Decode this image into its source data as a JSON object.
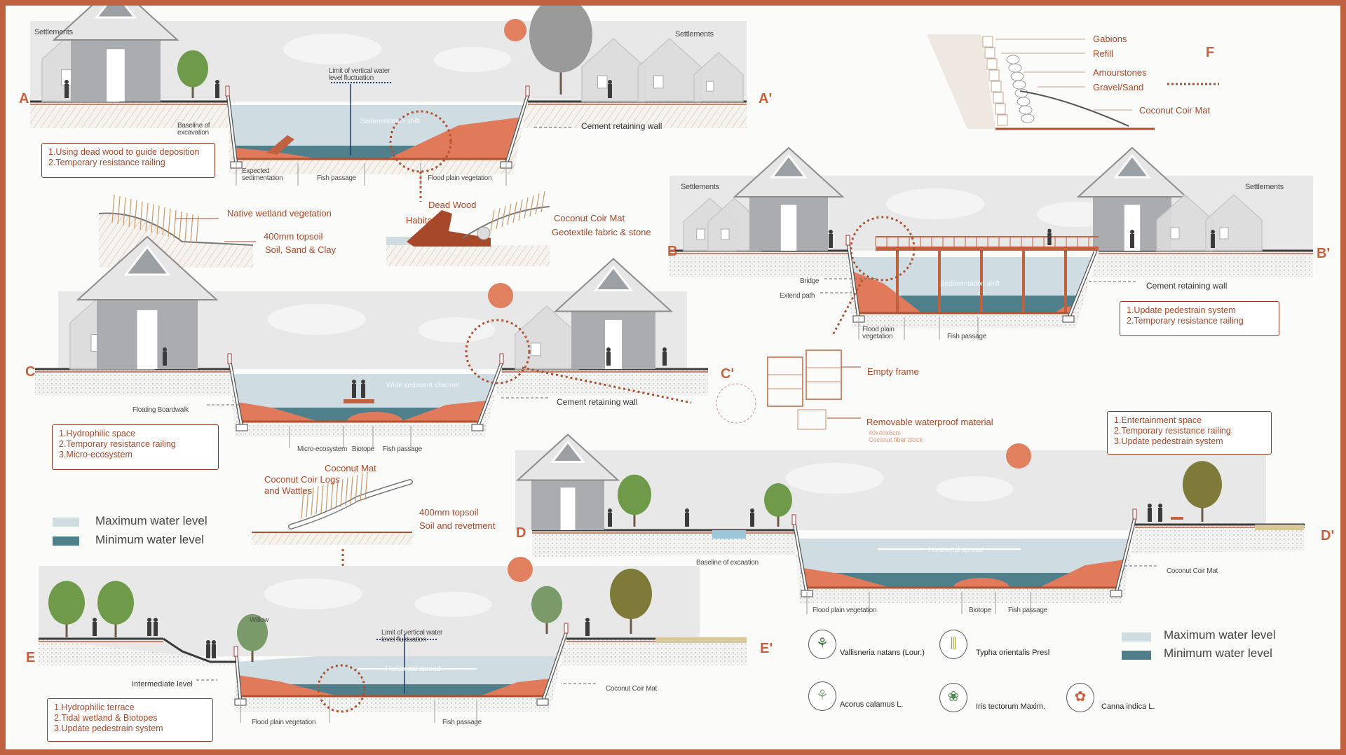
{
  "colors": {
    "accent": "#c0623f",
    "label": "#a8482a",
    "max_water": "#cfdde2",
    "min_water": "#4f7f8b",
    "bank": "#e07a5a"
  },
  "section_a": {
    "marker_left": "A",
    "marker_right": "A'",
    "settlements_left": "Settlements",
    "settlements_right": "Settlements",
    "limit_label_1": "Limit of vertical water",
    "limit_label_2": "level fluctuation",
    "sediment_label": "Sedimentation shift",
    "baseline_label_1": "Baseline of",
    "baseline_label_2": "excavation",
    "wall_label": "Cement retaining wall",
    "zone_1a": "Expected",
    "zone_1b": "sedimentation",
    "zone_2": "Fish passage",
    "zone_3": "Flood plain vegetation",
    "callout": [
      "1.Using dead wood to guide deposition",
      "2.Temporary resistance railing"
    ]
  },
  "detail_a1": {
    "vegetation": "Native wetland vegetation",
    "topsoil": "400mm topsoil",
    "soil": "Soil, Sand & Clay"
  },
  "detail_a2": {
    "dead_wood": "Dead Wood",
    "habitat": "Habitat",
    "coir_mat": "Coconut Coir Mat",
    "geotextile": "Geotextile fabric & stone"
  },
  "detail_f": {
    "marker": "F",
    "gabions": "Gabions",
    "refill": "Refill",
    "amourstones": "Amourstones",
    "gravel": "Gravel/Sand",
    "coir_mat": "Coconut Coir Mat"
  },
  "section_b": {
    "marker_left": "B",
    "marker_right": "B'",
    "settlements_left": "Settlements",
    "settlements_right": "Settlements",
    "bridge_label": "Bridge",
    "extend_label": "Extend path",
    "sediment_label": "Sedimentation shift",
    "wall_label": "Cement retaining wall",
    "zone_1a": "Flood plain",
    "zone_1b": "vegetation",
    "zone_2": "Fish passage",
    "callout": [
      "1.Update pedestrain system",
      "2.Temporary resistance railing"
    ]
  },
  "section_c": {
    "marker_left": "C",
    "marker_right": "C'",
    "boardwalk_label": "Floating Boardwalk",
    "channel_label": "Wide sediment channel",
    "wall_label": "Cement retaining wall",
    "zones": [
      "Micro-ecosystem",
      "Biotope",
      "Fish passage"
    ],
    "callout": [
      "1.Hydrophilic space",
      "2.Temporary resistance railing",
      "3.Micro-ecosystem"
    ]
  },
  "detail_c_prime": {
    "frame": "Empty frame",
    "material": "Removable waterproof material",
    "size": "40x40x6cm",
    "block": "Coconut fiber block"
  },
  "detail_c2": {
    "coconut_mat": "Coconut Mat",
    "logs_1": "Coconut Coir Logs",
    "logs_2": "and Wattles",
    "topsoil": "400mm topsoil",
    "revetment": "Soil and revetment"
  },
  "legend_left": {
    "max": "Maximum water level",
    "min": "Minimum water level"
  },
  "section_d": {
    "marker_left": "D",
    "marker_right": "D'",
    "baseline_label": "Baseline of excaation",
    "spread_label": "Horizontal spread",
    "coir_label": "Coconut Coir Mat",
    "zones": [
      "Flood plain vegetation",
      "Biotope",
      "Fish passage"
    ],
    "callout": [
      "1.Entertainment space",
      "2.Temporary resistance railing",
      "3.Update pedestrain system"
    ]
  },
  "plants": [
    {
      "name": "Vallisneria natans (Lour.)",
      "icon": "vallisneria-icon"
    },
    {
      "name": "Typha orientalis Presl",
      "icon": "typha-icon"
    },
    {
      "name": "Acorus calamus L.",
      "icon": "acorus-icon"
    },
    {
      "name": "Iris tectorum Maxim.",
      "icon": "iris-icon"
    },
    {
      "name": "Canna indica L.",
      "icon": "canna-icon"
    }
  ],
  "legend_right": {
    "max": "Maximum water level",
    "min": "Minimum water level"
  },
  "section_e": {
    "marker_left": "E",
    "marker_right": "E'",
    "willow_label": "Willow",
    "limit_label_1": "Limit of vertical water",
    "limit_label_2": "level fluctuation",
    "spread_label": "Horizontal spread",
    "intermediate_label": "Intermediate level",
    "coir_label": "Coconut Coir Mat",
    "zones": [
      "Flood plain vegetation",
      "Fish passage"
    ],
    "callout": [
      "1.Hydrophilic terrace",
      "2.Tidal wetland & Biotopes",
      "3.Update pedestrain system"
    ]
  }
}
